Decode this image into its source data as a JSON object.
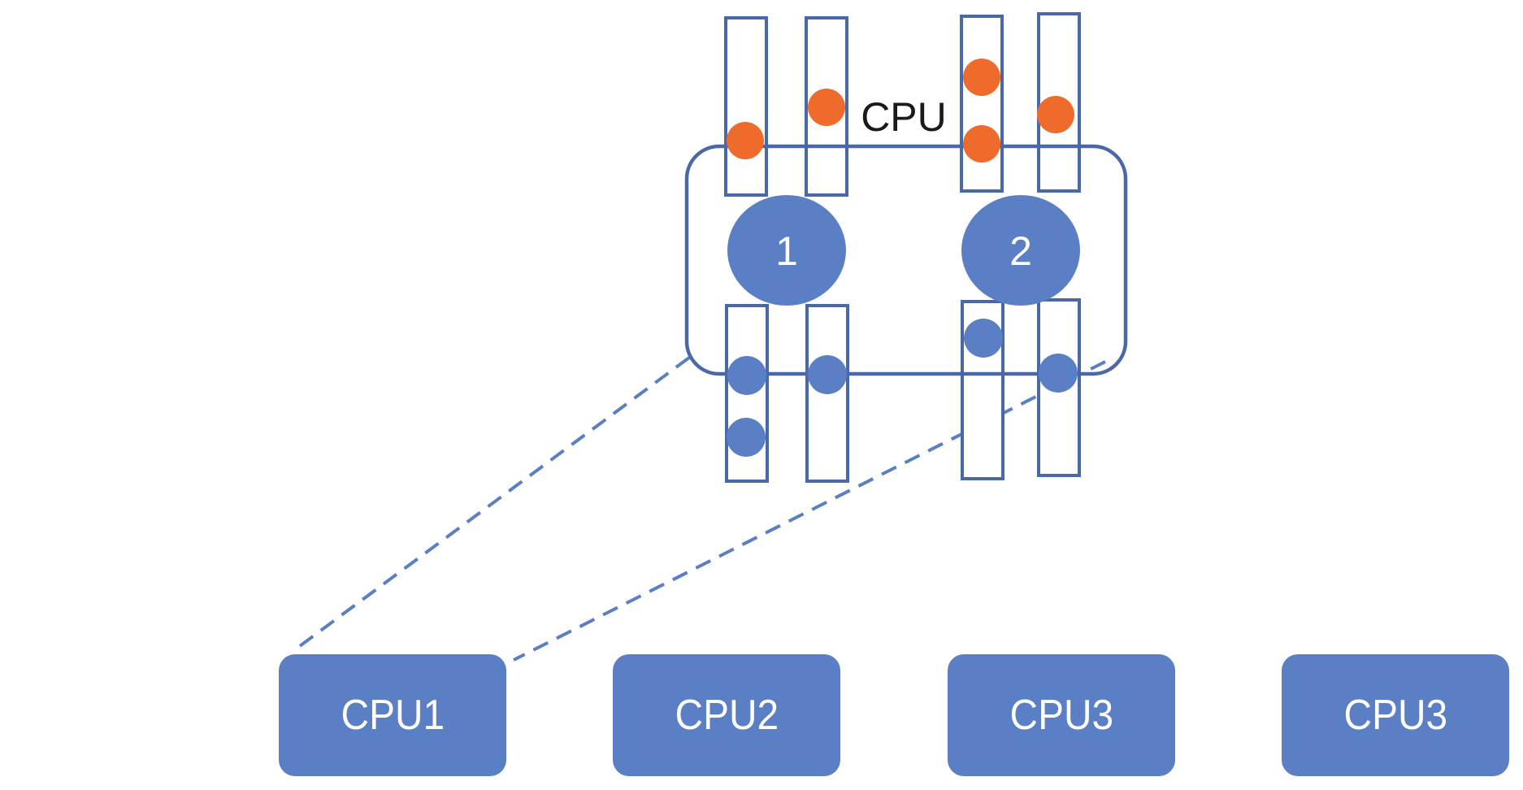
{
  "colors": {
    "node_blue": "#5b7fc4",
    "outline_blue": "#4a68a8",
    "orange": "#ee6b2c",
    "label_text": "#1a1a1a",
    "box_text": "#ffffff"
  },
  "cpu_label": "CPU",
  "cores": [
    {
      "label": "1"
    },
    {
      "label": "2"
    }
  ],
  "cpu_boxes": [
    {
      "label": "CPU1"
    },
    {
      "label": "CPU2"
    },
    {
      "label": "CPU3"
    },
    {
      "label": "CPU3"
    }
  ]
}
